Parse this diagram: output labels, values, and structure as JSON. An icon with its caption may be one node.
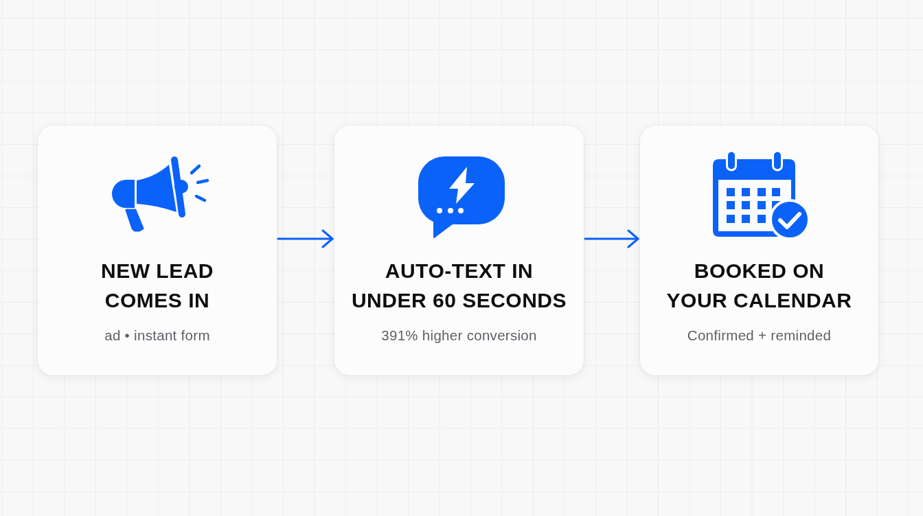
{
  "diagram": {
    "nodes": [
      {
        "text": [
          "NEW LEAD COMES IN",
          "ad • instant form"
        ]
      },
      {
        "text": [
          "AUTO-TEXT IN UNDER 60 SECONDS",
          "391% higher conversion"
        ]
      },
      {
        "text": [
          "BOOKED ON YOUR CALENDAR",
          "Confirmed + reminded"
        ]
      }
    ],
    "edges": [
      {
        "from": 0,
        "to": 1,
        "arrow": "to"
      },
      {
        "from": 1,
        "to": 2,
        "arrow": "to"
      }
    ]
  }
}
